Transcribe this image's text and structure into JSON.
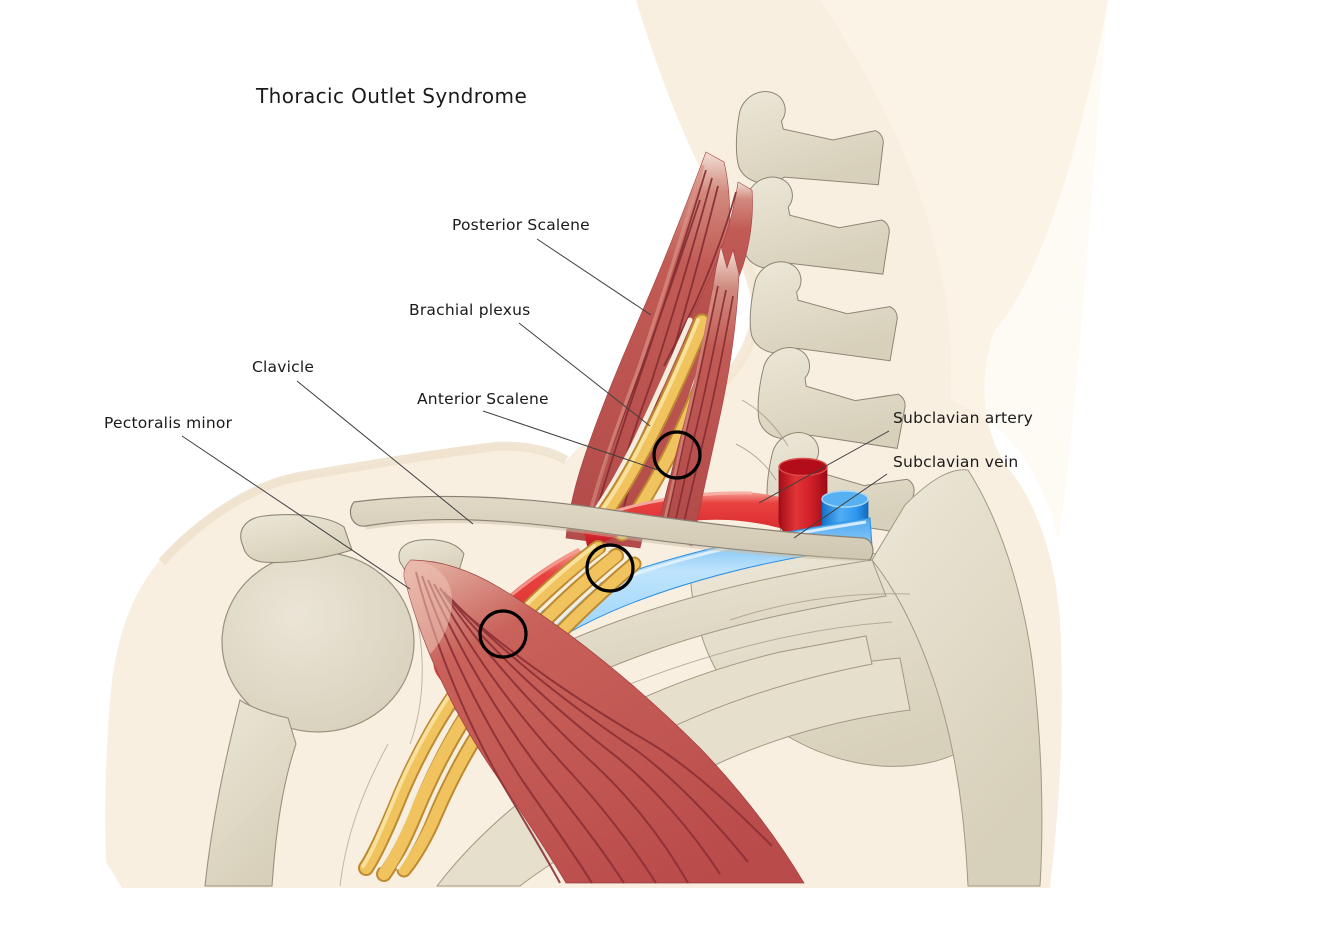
{
  "title": "Thoracic Outlet Syndrome",
  "labels": {
    "posterior_scalene": "Posterior Scalene",
    "brachial_plexus": "Brachial plexus",
    "clavicle": "Clavicle",
    "anterior_scalene": "Anterior Scalene",
    "pectoralis_minor": "Pectoralis minor",
    "subclavian_artery": "Subclavian artery",
    "subclavian_vein": "Subclavian vein"
  },
  "colors": {
    "background": "#ffffff",
    "skin": "#f8efe1",
    "bone": "#ded7c3",
    "bone_outline": "#8e8576",
    "muscle": "#c2564f",
    "muscle_fiber": "#842c31",
    "artery": "#e33638",
    "artery_dark": "#b30d1a",
    "vein": "#3da0f2",
    "vein_light": "#aadcfa",
    "nerve": "#f1c35f",
    "nerve_outline": "#bd8a32",
    "marker": "#000000",
    "leader_line": "#3f3f3f",
    "text": "#1a1a1a"
  }
}
